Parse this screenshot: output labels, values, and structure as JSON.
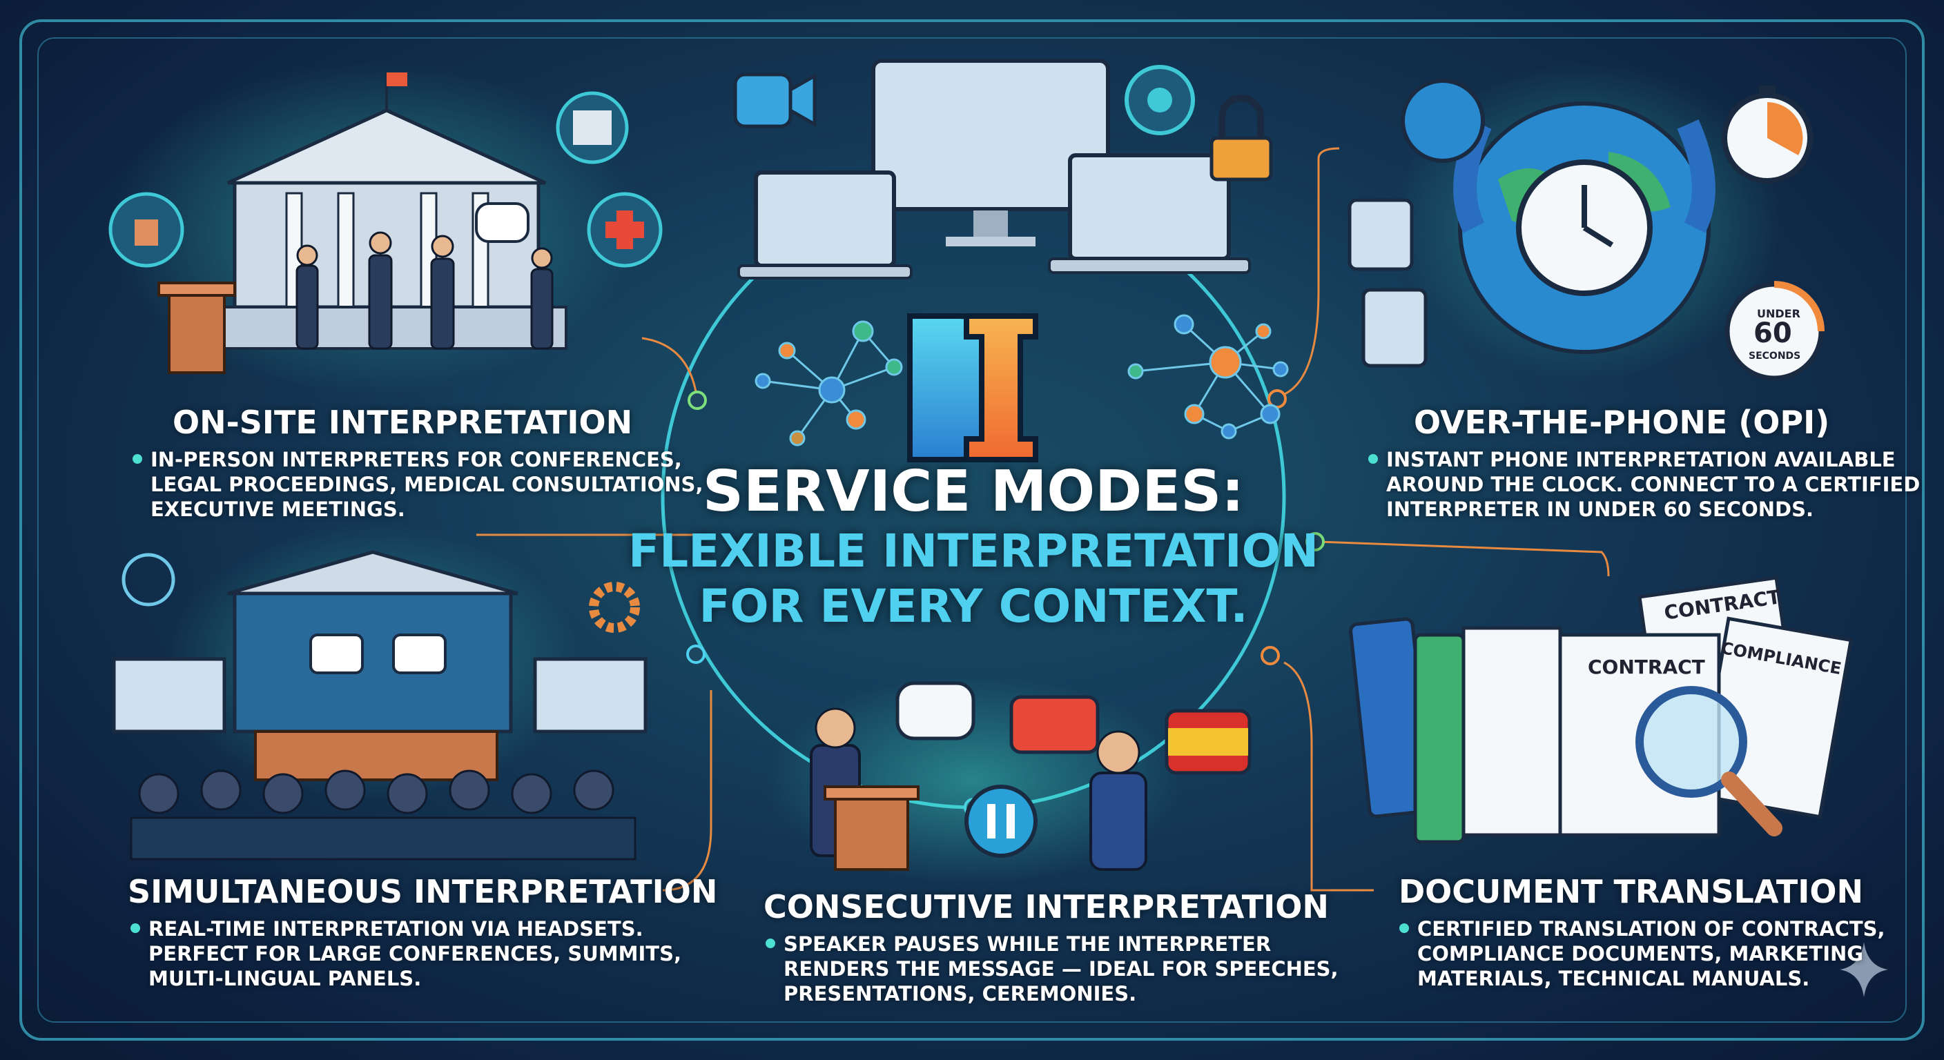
{
  "center": {
    "title_line1": "SERVICE MODES:",
    "title_line2": "FLEXIBLE INTERPRETATION",
    "title_line3": "FOR EVERY CONTEXT.",
    "logo_letters": "DI"
  },
  "sections": {
    "onsite": {
      "title": "ON-SITE INTERPRETATION",
      "lines": [
        "IN-PERSON INTERPRETERS FOR CONFERENCES,",
        "LEGAL PROCEEDINGS, MEDICAL CONSULTATIONS,",
        "EXECUTIVE MEETINGS."
      ]
    },
    "opi": {
      "title": "OVER-THE-PHONE (OPI)",
      "lines": [
        "INSTANT PHONE INTERPRETATION AVAILABLE",
        "AROUND THE CLOCK. CONNECT TO A CERTIFIED",
        "INTERPRETER IN UNDER 60 SECONDS."
      ]
    },
    "simultaneous": {
      "title": "SIMULTANEOUS INTERPRETATION",
      "lines": [
        "REAL-TIME INTERPRETATION VIA HEADSETS.",
        "PERFECT FOR LARGE CONFERENCES, SUMMITS,",
        "MULTI-LINGUAL PANELS."
      ]
    },
    "consecutive": {
      "title": "CONSECUTIVE INTERPRETATION",
      "lines": [
        "SPEAKER PAUSES WHILE THE INTERPRETER",
        "RENDERS THE MESSAGE — IDEAL FOR SPEECHES,",
        "PRESENTATIONS, CEREMONIES."
      ]
    },
    "document": {
      "title": "DOCUMENT TRANSLATION",
      "lines": [
        "CERTIFIED TRANSLATION OF CONTRACTS,",
        "COMPLIANCE DOCUMENTS, MARKETING",
        "MATERIALS, TECHNICAL MANUALS."
      ]
    }
  },
  "illustration_labels": {
    "timer_under": "UNDER",
    "timer_number": "60",
    "timer_seconds": "SECONDS",
    "doc_contract_back": "CONTRACT",
    "doc_contract_front": "CONTRACT",
    "doc_compliance": "COMPLIANCE"
  },
  "colors": {
    "accent_cyan": "#4fd0ee",
    "accent_orange": "#f08a3c",
    "bullet": "#4de0d0",
    "background": "#0e2440"
  },
  "icons": [
    "courthouse-icon",
    "podium-icon",
    "hospital-icon",
    "medical-cross-icon",
    "video-camera-icon",
    "video-call-monitor-icon",
    "laptop-icon",
    "lock-icon",
    "webcam-icon",
    "phone-icon",
    "globe-clock-icon",
    "stopwatch-icon",
    "desk-phone-icon",
    "keypad-icon",
    "timer-badge-icon",
    "stage-icon",
    "headset-audience-icon",
    "gear-icon",
    "globe-icon",
    "speech-bubble-icon",
    "pause-icon",
    "spanish-flag-icon",
    "binder-icon",
    "document-icon",
    "magnifier-translate-icon",
    "network-nodes-icon",
    "sparkle-icon"
  ]
}
